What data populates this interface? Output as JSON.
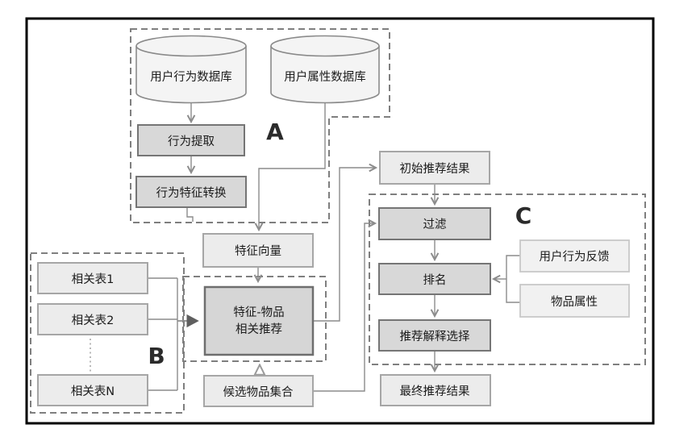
{
  "diagram": {
    "type": "flowchart",
    "language": "zh-CN",
    "groups": {
      "a": "A",
      "b": "B",
      "c": "C"
    },
    "nodes": {
      "user_behavior_db": "用户行为数据库",
      "user_attr_db": "用户属性数据库",
      "behavior_extract": "行为提取",
      "behavior_feature_convert": "行为特征转换",
      "feature_vector": "特征向量",
      "related_table_1": "相关表1",
      "related_table_2": "相关表2",
      "related_table_n": "相关表N",
      "feature_item_line1": "特征-物品",
      "feature_item_line2": "相关推荐",
      "candidate_items": "候选物品集合",
      "initial_result": "初始推荐结果",
      "filter": "过滤",
      "rank": "排名",
      "explain_select": "推荐解释选择",
      "final_result": "最终推荐结果",
      "user_feedback": "用户行为反馈",
      "item_attrs": "物品属性"
    },
    "colors": {
      "frame": "#000000",
      "process_fill": "#d8d8d8",
      "process_border": "#757575",
      "data_fill": "#ececec",
      "data_border": "#a6a6a6",
      "input_fill": "#f1f1f1",
      "input_border": "#c8c8c8",
      "cylinder_fill": "#f4f4f4",
      "cylinder_border": "#8a8a8a",
      "dashed_group_border": "#7f7f7f",
      "connector_line": "#8c8c8c",
      "background": "#ffffff"
    }
  }
}
